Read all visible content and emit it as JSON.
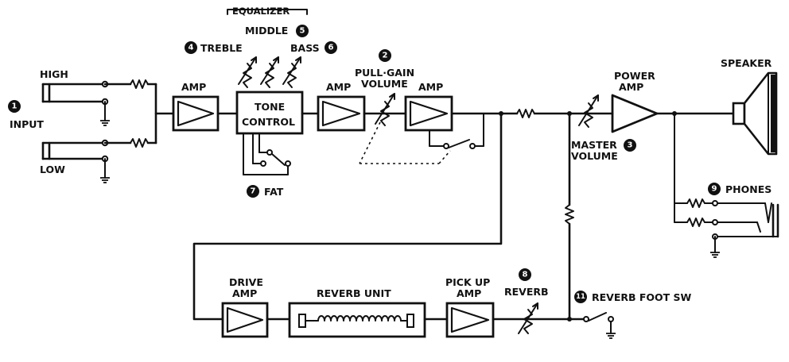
{
  "labels": {
    "input": "INPUT",
    "high": "HIGH",
    "low": "LOW",
    "amp1": "AMP",
    "equalizer": "EQUALIZER",
    "middle": "MIDDLE",
    "treble": "TREBLE",
    "bass": "BASS",
    "tone_control_1": "TONE",
    "tone_control_2": "CONTROL",
    "amp2": "AMP",
    "pull_gain_1": "PULL·GAIN",
    "pull_gain_2": "VOLUME",
    "amp3": "AMP",
    "power_amp_1": "POWER",
    "power_amp_2": "AMP",
    "master_1": "MASTER",
    "master_2": "VOLUME",
    "speaker": "SPEAKER",
    "phones": "PHONES",
    "fat": "FAT",
    "drive_amp_1": "DRIVE",
    "drive_amp_2": "AMP",
    "reverb_unit": "REVERB UNIT",
    "pickup_amp_1": "PICK UP",
    "pickup_amp_2": "AMP",
    "reverb": "REVERB",
    "reverb_foot_sw": "REVERB  FOOT SW"
  },
  "badges": {
    "input": "1",
    "pull_gain": "2",
    "master": "3",
    "treble": "4",
    "middle": "5",
    "bass": "6",
    "fat": "7",
    "reverb": "8",
    "phones": "9",
    "reverb_foot_sw": "11"
  }
}
